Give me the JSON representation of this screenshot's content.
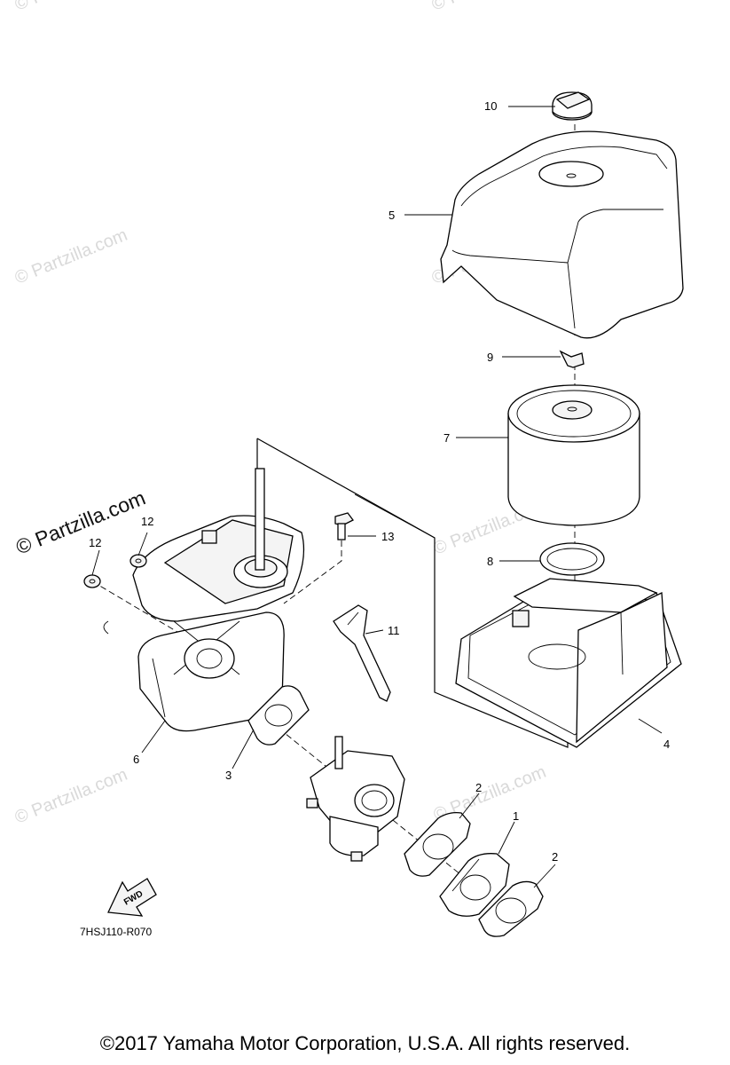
{
  "watermarks": {
    "faint": "© Partzilla.com",
    "prominent": "© Partzilla.com"
  },
  "callouts": {
    "c1": "1",
    "c2a": "2",
    "c2b": "2",
    "c3": "3",
    "c4": "4",
    "c5": "5",
    "c6": "6",
    "c7": "7",
    "c8": "8",
    "c9": "9",
    "c10": "10",
    "c11": "11",
    "c12a": "12",
    "c12b": "12",
    "c13": "13"
  },
  "diagram_code": "7HSJ110-R070",
  "fwd_label": "FWD",
  "copyright": "©2017  Yamaha Motor Corporation, U.S.A. All rights reserved.",
  "colors": {
    "line": "#000000",
    "watermark": "#d9d9d9",
    "background": "#ffffff"
  }
}
